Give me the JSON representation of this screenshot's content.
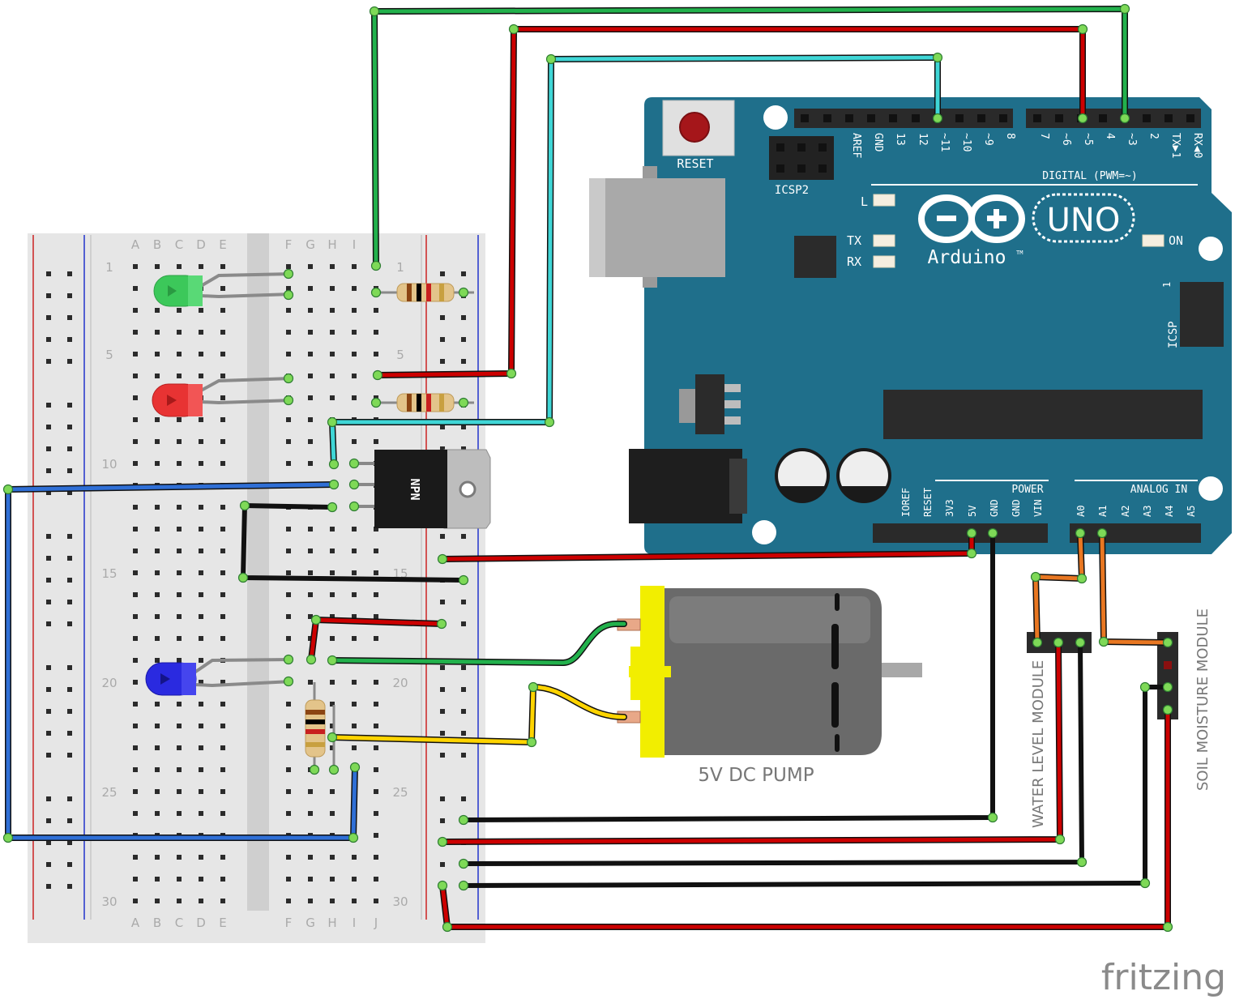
{
  "colors": {
    "board": "#1f6f8b",
    "board_dark": "#175a72",
    "breadboard": "#e7e7e7",
    "wire_green": "#22b14c",
    "wire_red": "#cc0000",
    "wire_cyan": "#3fd6d6",
    "wire_blue": "#2f6fd6",
    "wire_black": "#111111",
    "wire_orange": "#e87722",
    "wire_yellow": "#ffd400",
    "pump_body": "#6e6e6e",
    "pump_cap": "#f2ee00"
  },
  "breadboard": {
    "col_letters_left": [
      "A",
      "B",
      "C",
      "D",
      "E"
    ],
    "col_letters_right": [
      "F",
      "G",
      "H",
      "I",
      "J"
    ],
    "row_numbers_left": [
      "1",
      "5",
      "10",
      "15",
      "20",
      "25",
      "30"
    ],
    "row_numbers_right": [
      "1",
      "5",
      "15",
      "20",
      "25",
      "30"
    ]
  },
  "arduino": {
    "reset_label": "RESET",
    "icsp2_label": "ICSP2",
    "icsp_label": "ICSP",
    "icsp_pin1": "1",
    "led_l": "L",
    "led_tx": "TX",
    "led_rx": "RX",
    "led_on": "ON",
    "brand": "Arduino",
    "trademark": "TM",
    "model": "UNO",
    "digital_header_label": "DIGITAL (PWM=~)",
    "power_label": "POWER",
    "analog_label": "ANALOG IN",
    "digital_pins_left": [
      "AREF",
      "GND",
      "13",
      "12",
      "~11",
      "~10",
      "~9",
      "8"
    ],
    "digital_pins_right": [
      "7",
      "~6",
      "~5",
      "4",
      "~3",
      "2",
      "TX▶1",
      "RX◀0"
    ],
    "power_pins": [
      "IOREF",
      "RESET",
      "3V3",
      "5V",
      "GND",
      "GND",
      "VIN"
    ],
    "analog_pins": [
      "A0",
      "A1",
      "A2",
      "A3",
      "A4",
      "A5"
    ]
  },
  "transistor_label": "NPN",
  "pump_label": "5V DC PUMP",
  "water_module_label": "WATER LEVEL MODULE",
  "soil_module_label": "SOIL MOISTURE MODULE",
  "watermark": "fritzing"
}
